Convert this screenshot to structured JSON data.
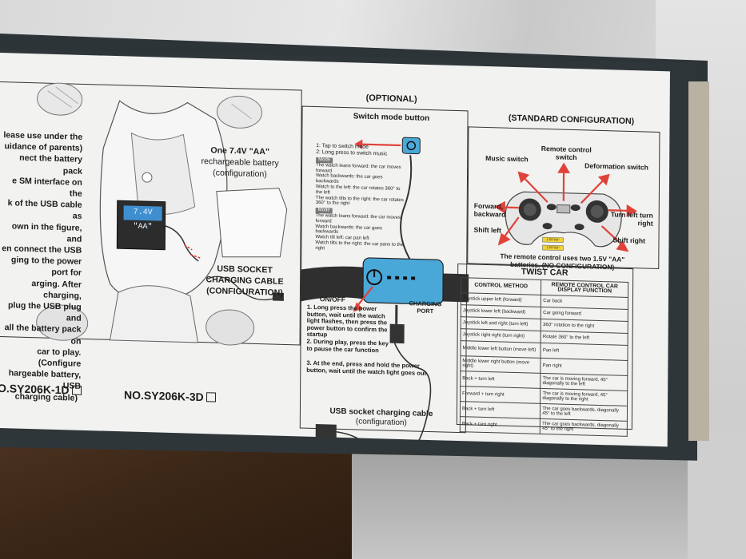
{
  "left_panel": {
    "instructions": [
      "lease use under the",
      "uidance of parents)",
      "nect the battery pack",
      "e SM interface on the",
      "k of the USB cable as",
      "own in the figure, and",
      "en connect the USB",
      "ging to the power port for",
      "arging. After charging,",
      "plug the USB plug and",
      "all the battery pack on",
      "car to play. (Configure",
      "hargeable battery, USB",
      "charging cable)"
    ],
    "battery_label": "7.4V \"AA\"",
    "battery_caption": [
      "One 7.4V \"AA\"",
      "rechargeable battery",
      "(configuration)"
    ],
    "usb_caption": [
      "USB SOCKET",
      "CHARGING CABLE",
      "(CONFIGURATION)"
    ],
    "model_1": "O.SY206K-1D",
    "model_2": "NO.SY206K-3D"
  },
  "middle_panel": {
    "heading": "(OPTIONAL)",
    "switch_title": "Switch mode button",
    "switch_notes": [
      "1: Tap to switch mode",
      "2: Long press to switch music"
    ],
    "mode_1_label": "Mode",
    "mode_1_items": [
      "The watch leans forward: the car moves forward",
      "Watch backwards: the car goes backwards",
      "Watch to the left: the car rotates 360° to the left",
      "The watch tilts to the right: the car rotates 360° to the right"
    ],
    "mode_2_label": "Mode",
    "mode_2_items": [
      "The watch leans forward: the car moves forward",
      "Watch backwards: the car goes backwards",
      "Watch tilt left: car pan left",
      "Watch tilts to the right: the car pans to the right"
    ],
    "on_off_label": "ON/OFF",
    "charging_port_label": [
      "CHARGING",
      "PORT"
    ],
    "steps": [
      "1. Long press the power button, wait until the watch light flashes, then press the power button to confirm the startup",
      "2. During play, press the key to pause the car function",
      "3. At the end, press and hold the power button, wait until the watch light goes out"
    ],
    "usb_caption": [
      "USB socket charging cable",
      "(configuration)"
    ]
  },
  "right_panel": {
    "heading": "(STANDARD CONFIGURATION)",
    "labels": {
      "music": "Music switch",
      "remote": [
        "Remote control",
        "switch"
      ],
      "deform": "Deformation switch",
      "forward": [
        "Forward,",
        "backward"
      ],
      "turn": [
        "Turn left turn",
        "right"
      ],
      "shift_left": "Shift left",
      "shift_right": "Shift right"
    },
    "battery_marks": [
      "1.5V\"AA\"",
      "1.5V\"AA\""
    ],
    "remote_note": [
      "The remote control uses two 1.5V \"AA\"",
      "batteries. (NO CONFIGURATION)"
    ],
    "twist_title": "TWIST CAR",
    "table_headers": [
      "CONTROL METHOD",
      "REMOTE CONTROL CAR DISPLAY FUNCTION"
    ],
    "table_rows": [
      [
        "Joystick upper left (forward)",
        "Car back"
      ],
      [
        "Joystick lower left (backward)",
        "Car going forward"
      ],
      [
        "Joystick left and right (turn left)",
        "360° rotation to the right"
      ],
      [
        "Joystick right right (turn right)",
        "Rotate 360° to the left"
      ],
      [
        "Middle lower left button (move left)",
        "Pan left"
      ],
      [
        "Middle lower right button (move right)",
        "Pan right"
      ],
      [
        "Back + turn left",
        "The car is moving forward, 45° diagonally to the left"
      ],
      [
        "Forward + turn right",
        "The car is moving forward, 45° diagonally to the right"
      ],
      [
        "Back + turn left",
        "The car goes backwards, diagonally 45° to the left"
      ],
      [
        "Back + turn right",
        "The car goes backwards, diagonally 45° to the right"
      ]
    ]
  },
  "colors": {
    "box": "#2f363a",
    "paper": "#f2f2f0",
    "arrow_red": "#e0423a",
    "watch_blue": "#4aa8d8",
    "battery_blue": "#3f8fd0",
    "battery_yellow": "#f2d23a"
  }
}
